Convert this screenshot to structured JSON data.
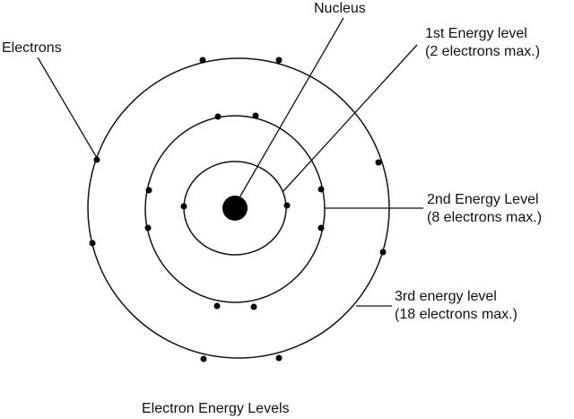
{
  "labels": {
    "nucleus": "Nucleus",
    "electrons": "Electrons",
    "level1": {
      "line1": "1st Energy level",
      "line2": "(2 electrons max.)"
    },
    "level2": {
      "line1": "2nd Energy Level",
      "line2": "(8 electrons max.)"
    },
    "level3": {
      "line1": "3rd energy level",
      "line2": "(18 electrons max.)"
    }
  },
  "caption": "Electron Energy Levels",
  "colors": {
    "ink": "#111111",
    "background": "#ffffff"
  }
}
